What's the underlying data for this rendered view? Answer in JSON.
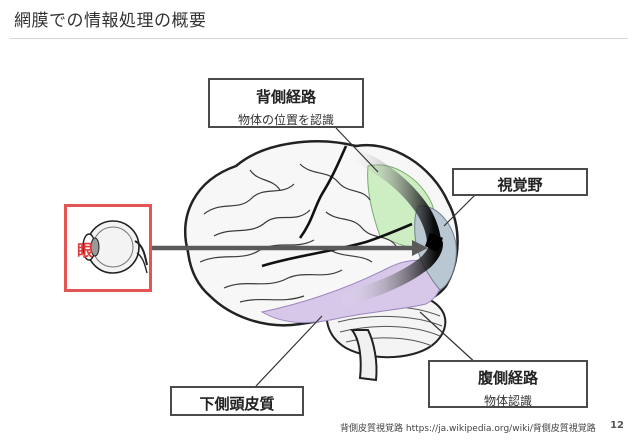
{
  "title": "網膜での情報処理の概要",
  "eye": {
    "label": "眼"
  },
  "callouts": {
    "dorsal": {
      "heading": "背側経路",
      "sub": "物体の位置を認識"
    },
    "visual_cortex": {
      "heading": "視覚野"
    },
    "ventral": {
      "heading": "腹側経路",
      "sub": "物体認識"
    },
    "inferior_temporal": {
      "heading": "下側頭皮質"
    }
  },
  "footer": {
    "citation": "背側皮質視覚路  https://ja.wikipedia.org/wiki/背側皮質視覚路",
    "page_number": "12"
  },
  "colors": {
    "dorsal_region": "#cdeec3",
    "ventral_region": "#d7c8ea",
    "visual_cortex_region": "#b9c7d3",
    "eye_box_border": "#e35552",
    "eye_label": "#e03b3b"
  }
}
